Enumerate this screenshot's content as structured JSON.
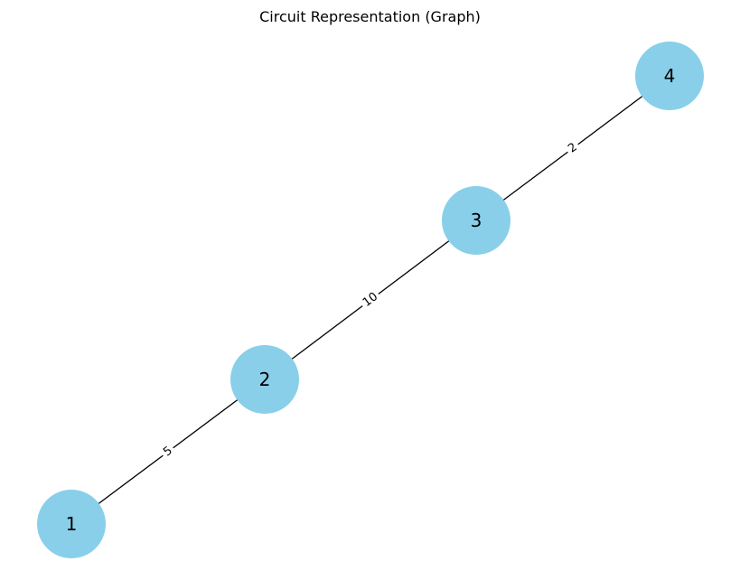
{
  "title": "Circuit Representation (Graph)",
  "colors": {
    "node": "#89cfea",
    "edge": "#000000",
    "background": "#ffffff"
  },
  "nodes": [
    {
      "id": "1",
      "label": "1"
    },
    {
      "id": "2",
      "label": "2"
    },
    {
      "id": "3",
      "label": "3"
    },
    {
      "id": "4",
      "label": "4"
    }
  ],
  "edges": [
    {
      "source": "1",
      "target": "2",
      "weight": "5"
    },
    {
      "source": "2",
      "target": "3",
      "weight": "10"
    },
    {
      "source": "3",
      "target": "4",
      "weight": "2"
    }
  ]
}
